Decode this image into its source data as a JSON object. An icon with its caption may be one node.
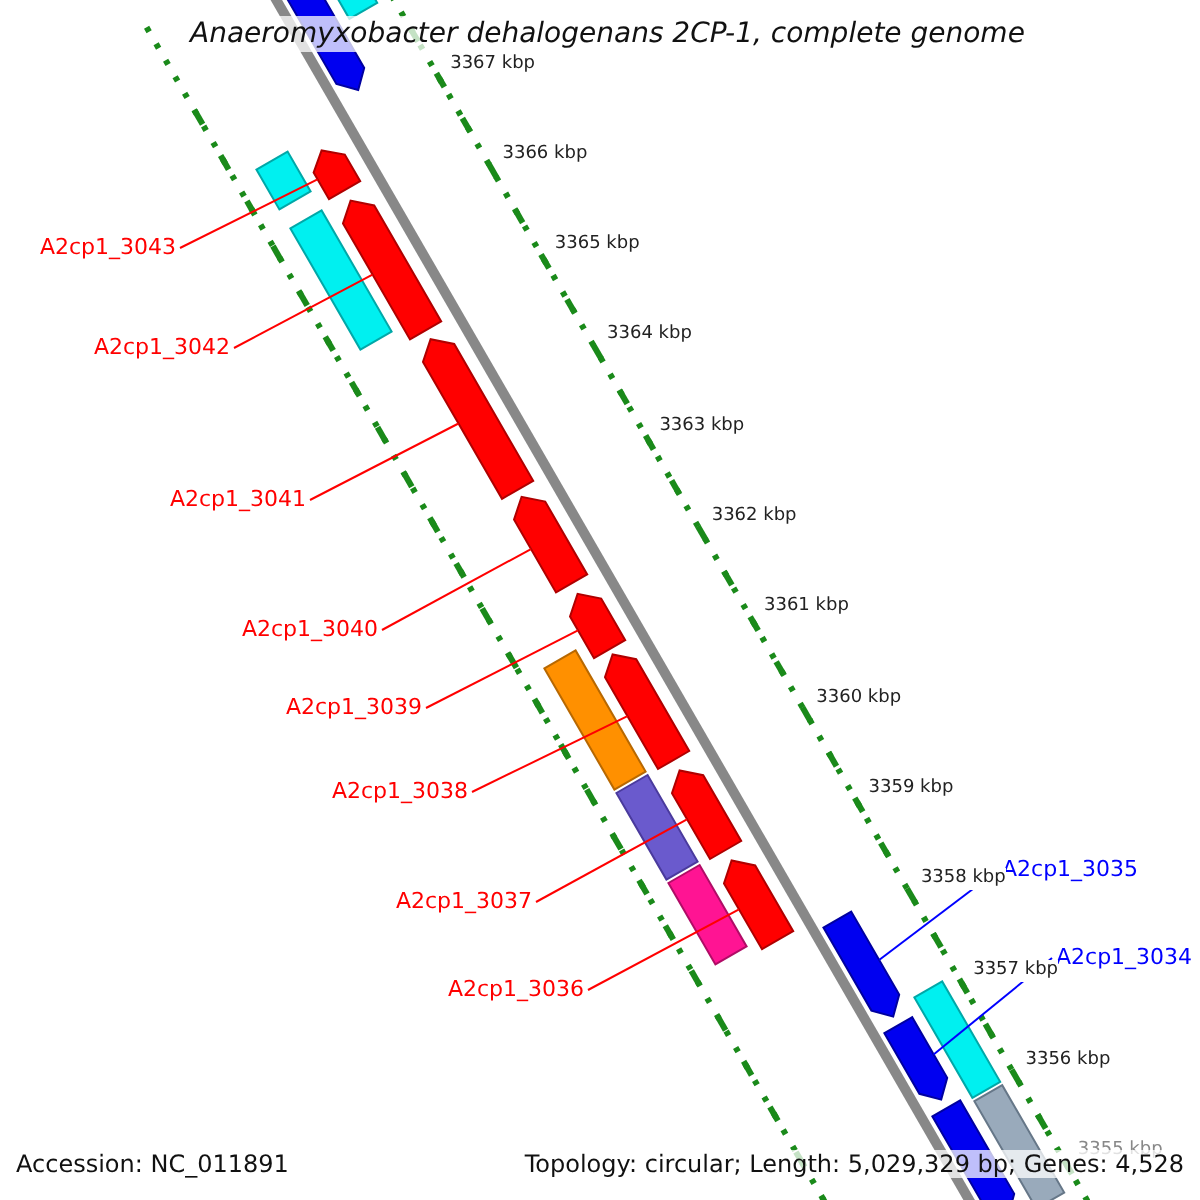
{
  "diagram": {
    "title": "Anaeromyxobacter dehalogenans 2CP-1, complete genome",
    "nodes": [
      {
        "text": [
          "A2cp1_3043"
        ]
      },
      {
        "text": [
          "A2cp1_3042"
        ]
      },
      {
        "text": [
          "A2cp1_3041"
        ]
      },
      {
        "text": [
          "A2cp1_3040"
        ]
      },
      {
        "text": [
          "A2cp1_3039"
        ]
      },
      {
        "text": [
          "A2cp1_3038"
        ]
      },
      {
        "text": [
          "A2cp1_3037"
        ]
      },
      {
        "text": [
          "A2cp1_3036"
        ]
      },
      {
        "text": [
          "A2cp1_3035"
        ]
      },
      {
        "text": [
          "A2cp1_3034"
        ]
      },
      {
        "text": [],
        "shape": "pentagon"
      },
      {
        "text": [],
        "shape": "pentagon"
      },
      {
        "text": [],
        "shape": "pentagon"
      },
      {
        "text": [],
        "shape": "pentagon"
      },
      {
        "text": [],
        "shape": "pentagon"
      },
      {
        "text": [],
        "shape": "pentagon"
      },
      {
        "text": [],
        "shape": "pentagon"
      },
      {
        "text": [],
        "shape": "pentagon"
      },
      {
        "text": [],
        "shape": "pentagon"
      },
      {
        "text": [],
        "shape": "pentagon"
      },
      {
        "text": [],
        "shape": "bar"
      },
      {
        "text": [],
        "shape": "bar"
      },
      {
        "text": [],
        "shape": "bar"
      },
      {
        "text": [],
        "shape": "bar"
      },
      {
        "text": [],
        "shape": "bar"
      },
      {
        "text": [],
        "shape": "pentagon"
      },
      {
        "text": [],
        "shape": "bar"
      },
      {
        "text": [],
        "shape": "pentagon"
      },
      {
        "text": [],
        "shape": "bar"
      },
      {
        "text": [],
        "shape": "bar"
      }
    ],
    "edges": [
      {
        "from": 0,
        "to": 10,
        "arrow": "none"
      },
      {
        "from": 1,
        "to": 11,
        "arrow": "none"
      },
      {
        "from": 2,
        "to": 12,
        "arrow": "none"
      },
      {
        "from": 3,
        "to": 13,
        "arrow": "none"
      },
      {
        "from": 4,
        "to": 14,
        "arrow": "none"
      },
      {
        "from": 5,
        "to": 15,
        "arrow": "none"
      },
      {
        "from": 6,
        "to": 16,
        "arrow": "none"
      },
      {
        "from": 7,
        "to": 17,
        "arrow": "none"
      },
      {
        "from": 8,
        "to": 18,
        "arrow": "none",
        "color": "#0000ff"
      },
      {
        "from": 9,
        "to": 19,
        "arrow": "none",
        "color": "#0000ff"
      }
    ],
    "labels": [
      "3367 kbp",
      "3366 kbp",
      "3365 kbp",
      "3364 kbp",
      "3363 kbp",
      "3362 kbp",
      "3361 kbp",
      "3360 kbp",
      "3359 kbp",
      "3358 kbp",
      "3357 kbp",
      "3356 kbp",
      "3355 kbp",
      "Accession: NC_011891",
      "Topology: circular; Length: 5,029,329 bp; Genes: 4,528"
    ]
  }
}
